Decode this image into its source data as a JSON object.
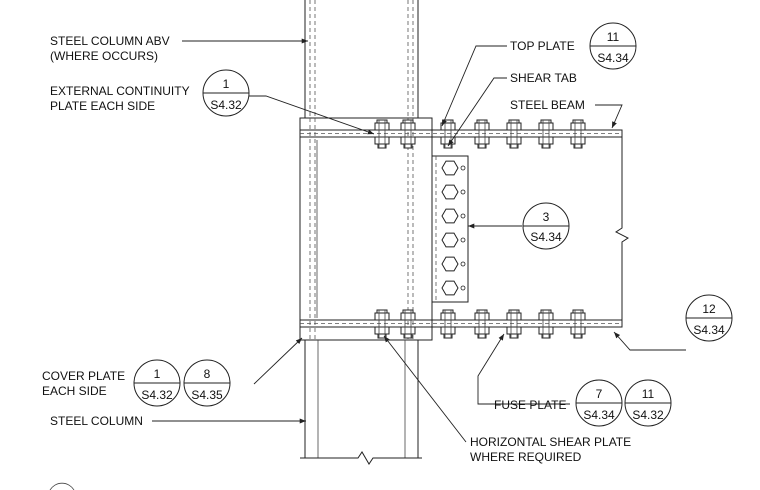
{
  "labels": {
    "steel_column_abv": [
      "STEEL COLUMN ABV",
      "(WHERE OCCURS)"
    ],
    "external_continuity": [
      "EXTERNAL CONTINUITY",
      "PLATE EACH SIDE"
    ],
    "top_plate": "TOP PLATE",
    "shear_tab": "SHEAR TAB",
    "steel_beam": "STEEL BEAM",
    "cover_plate": [
      "COVER PLATE",
      "EACH SIDE"
    ],
    "steel_column": "STEEL COLUMN",
    "fuse_plate": "FUSE PLATE",
    "horizontal_shear": [
      "HORIZONTAL SHEAR PLATE",
      "WHERE REQUIRED"
    ]
  },
  "callouts": [
    {
      "id": "top-plate",
      "number": "11",
      "sheet": "S4.34"
    },
    {
      "id": "external-continuity",
      "number": "1",
      "sheet": "S4.32"
    },
    {
      "id": "shear-tab",
      "number": "3",
      "sheet": "S4.34"
    },
    {
      "id": "beam-end",
      "number": "12",
      "sheet": "S4.34"
    },
    {
      "id": "cover-plate-a",
      "number": "1",
      "sheet": "S4.32"
    },
    {
      "id": "cover-plate-b",
      "number": "8",
      "sheet": "S4.35"
    },
    {
      "id": "fuse-plate-a",
      "number": "7",
      "sheet": "S4.34"
    },
    {
      "id": "fuse-plate-b",
      "number": "11",
      "sheet": "S4.32"
    }
  ],
  "colors": {
    "line": "#222222",
    "background": "#ffffff"
  }
}
